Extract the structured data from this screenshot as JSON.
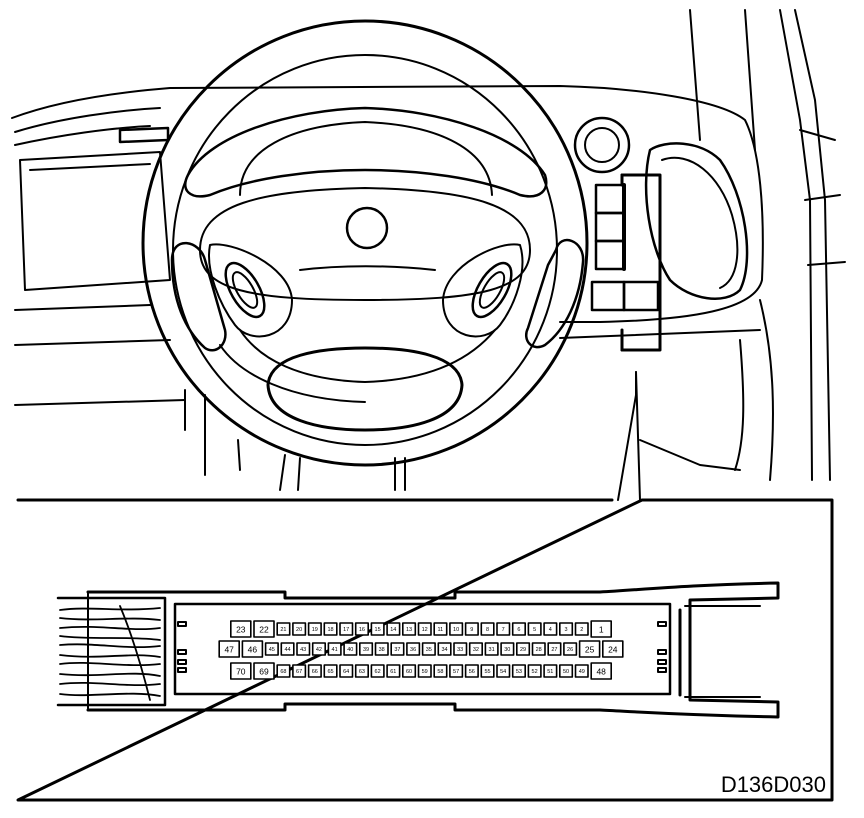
{
  "figure": {
    "reference_code": "D136D030"
  },
  "connector": {
    "row_top": [
      "23",
      "22",
      "21",
      "20",
      "19",
      "18",
      "17",
      "16",
      "15",
      "14",
      "13",
      "12",
      "11",
      "10",
      "9",
      "8",
      "7",
      "6",
      "5",
      "4",
      "3",
      "2",
      "1"
    ],
    "row_middle": [
      "47",
      "46",
      "45",
      "44",
      "43",
      "42",
      "41",
      "40",
      "39",
      "38",
      "37",
      "36",
      "35",
      "34",
      "33",
      "32",
      "31",
      "30",
      "29",
      "28",
      "27",
      "26",
      "25",
      "24"
    ],
    "row_bottom": [
      "70",
      "69",
      "68",
      "67",
      "66",
      "65",
      "64",
      "63",
      "62",
      "61",
      "60",
      "59",
      "58",
      "57",
      "56",
      "55",
      "54",
      "53",
      "52",
      "51",
      "50",
      "49",
      "48"
    ]
  },
  "colors": {
    "ink": "#000000",
    "paper": "#ffffff"
  }
}
